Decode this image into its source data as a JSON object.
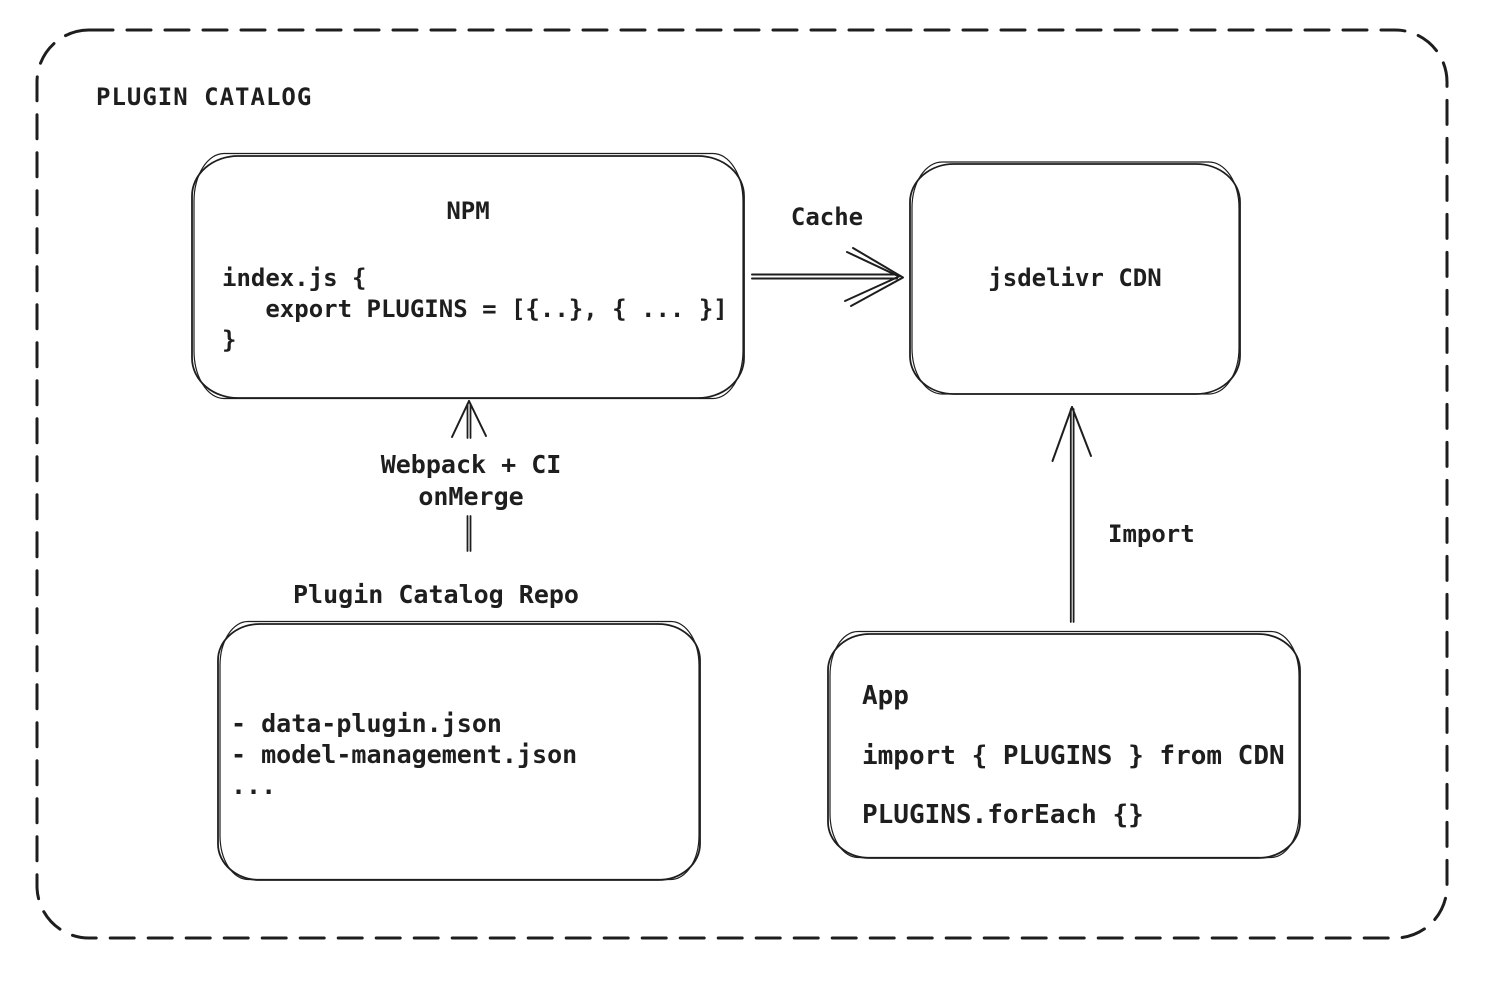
{
  "colors": {
    "ink": "#1e1e1e",
    "background": "#ffffff"
  },
  "title": "PLUGIN CATALOG",
  "nodes": {
    "npm": {
      "title": "NPM",
      "code": [
        "index.js {",
        "   export PLUGINS = [{..}, { ... }]",
        "}"
      ]
    },
    "cdn": {
      "label": "jsdelivr CDN"
    },
    "repo": {
      "title": "Plugin Catalog Repo",
      "files": [
        "- data-plugin.json",
        "- model-management.json",
        "..."
      ]
    },
    "app": {
      "title": "App",
      "code": [
        "import { PLUGINS } from CDN",
        "PLUGINS.forEach {}"
      ]
    }
  },
  "edges": {
    "cache": {
      "label": "Cache",
      "from": "NPM",
      "to": "jsdelivr CDN"
    },
    "build": {
      "label_line1": "Webpack + CI",
      "label_line2": "onMerge",
      "from": "Plugin Catalog Repo",
      "to": "NPM"
    },
    "import": {
      "label": "Import",
      "from": "App",
      "to": "jsdelivr CDN"
    }
  }
}
